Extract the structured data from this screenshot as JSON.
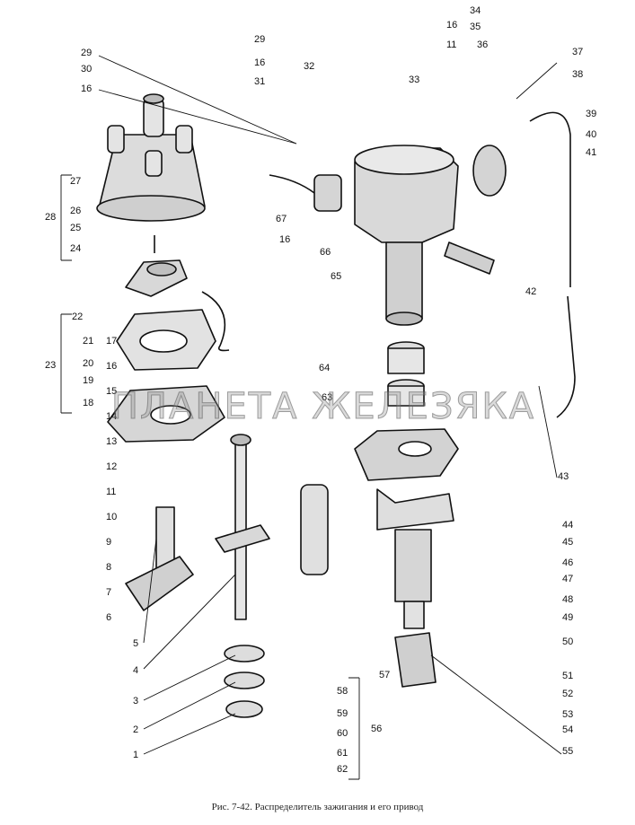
{
  "caption": "Рис. 7-42. Распределитель зажигания и его привод",
  "watermark": "ПЛАНЕТА ЖЕЛЕЗЯКА",
  "labels": {
    "left": [
      "1",
      "2",
      "3",
      "4",
      "5",
      "6",
      "7",
      "8",
      "9",
      "10",
      "11",
      "12",
      "13",
      "14",
      "15",
      "16",
      "17",
      "18",
      "19",
      "20",
      "21",
      "22",
      "23",
      "24",
      "25",
      "26",
      "27",
      "28"
    ],
    "top": [
      "29",
      "30",
      "16",
      "29",
      "16",
      "31",
      "32",
      "33",
      "16",
      "11",
      "34",
      "35",
      "36",
      "37",
      "38",
      "39",
      "40",
      "41",
      "42",
      "43"
    ],
    "middle": [
      "64",
      "63",
      "65",
      "66",
      "67",
      "16"
    ],
    "right": [
      "44",
      "45",
      "46",
      "47",
      "48",
      "49",
      "50",
      "51",
      "52",
      "53",
      "54",
      "55",
      "56",
      "57",
      "58",
      "59",
      "60",
      "61",
      "62"
    ]
  }
}
